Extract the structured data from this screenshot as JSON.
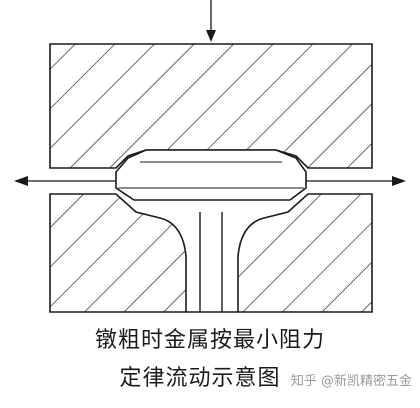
{
  "caption": {
    "line1": "镦粗时金属按最小阻力",
    "line2": "定律流动示意图"
  },
  "watermark": {
    "text": "知乎 @新凯精密五金"
  },
  "colors": {
    "stroke": "#1a1a1a",
    "background": "#ffffff",
    "watermark": "#9a9a9a"
  },
  "icons": {
    "watermark_logo": "zhihu-logo"
  }
}
